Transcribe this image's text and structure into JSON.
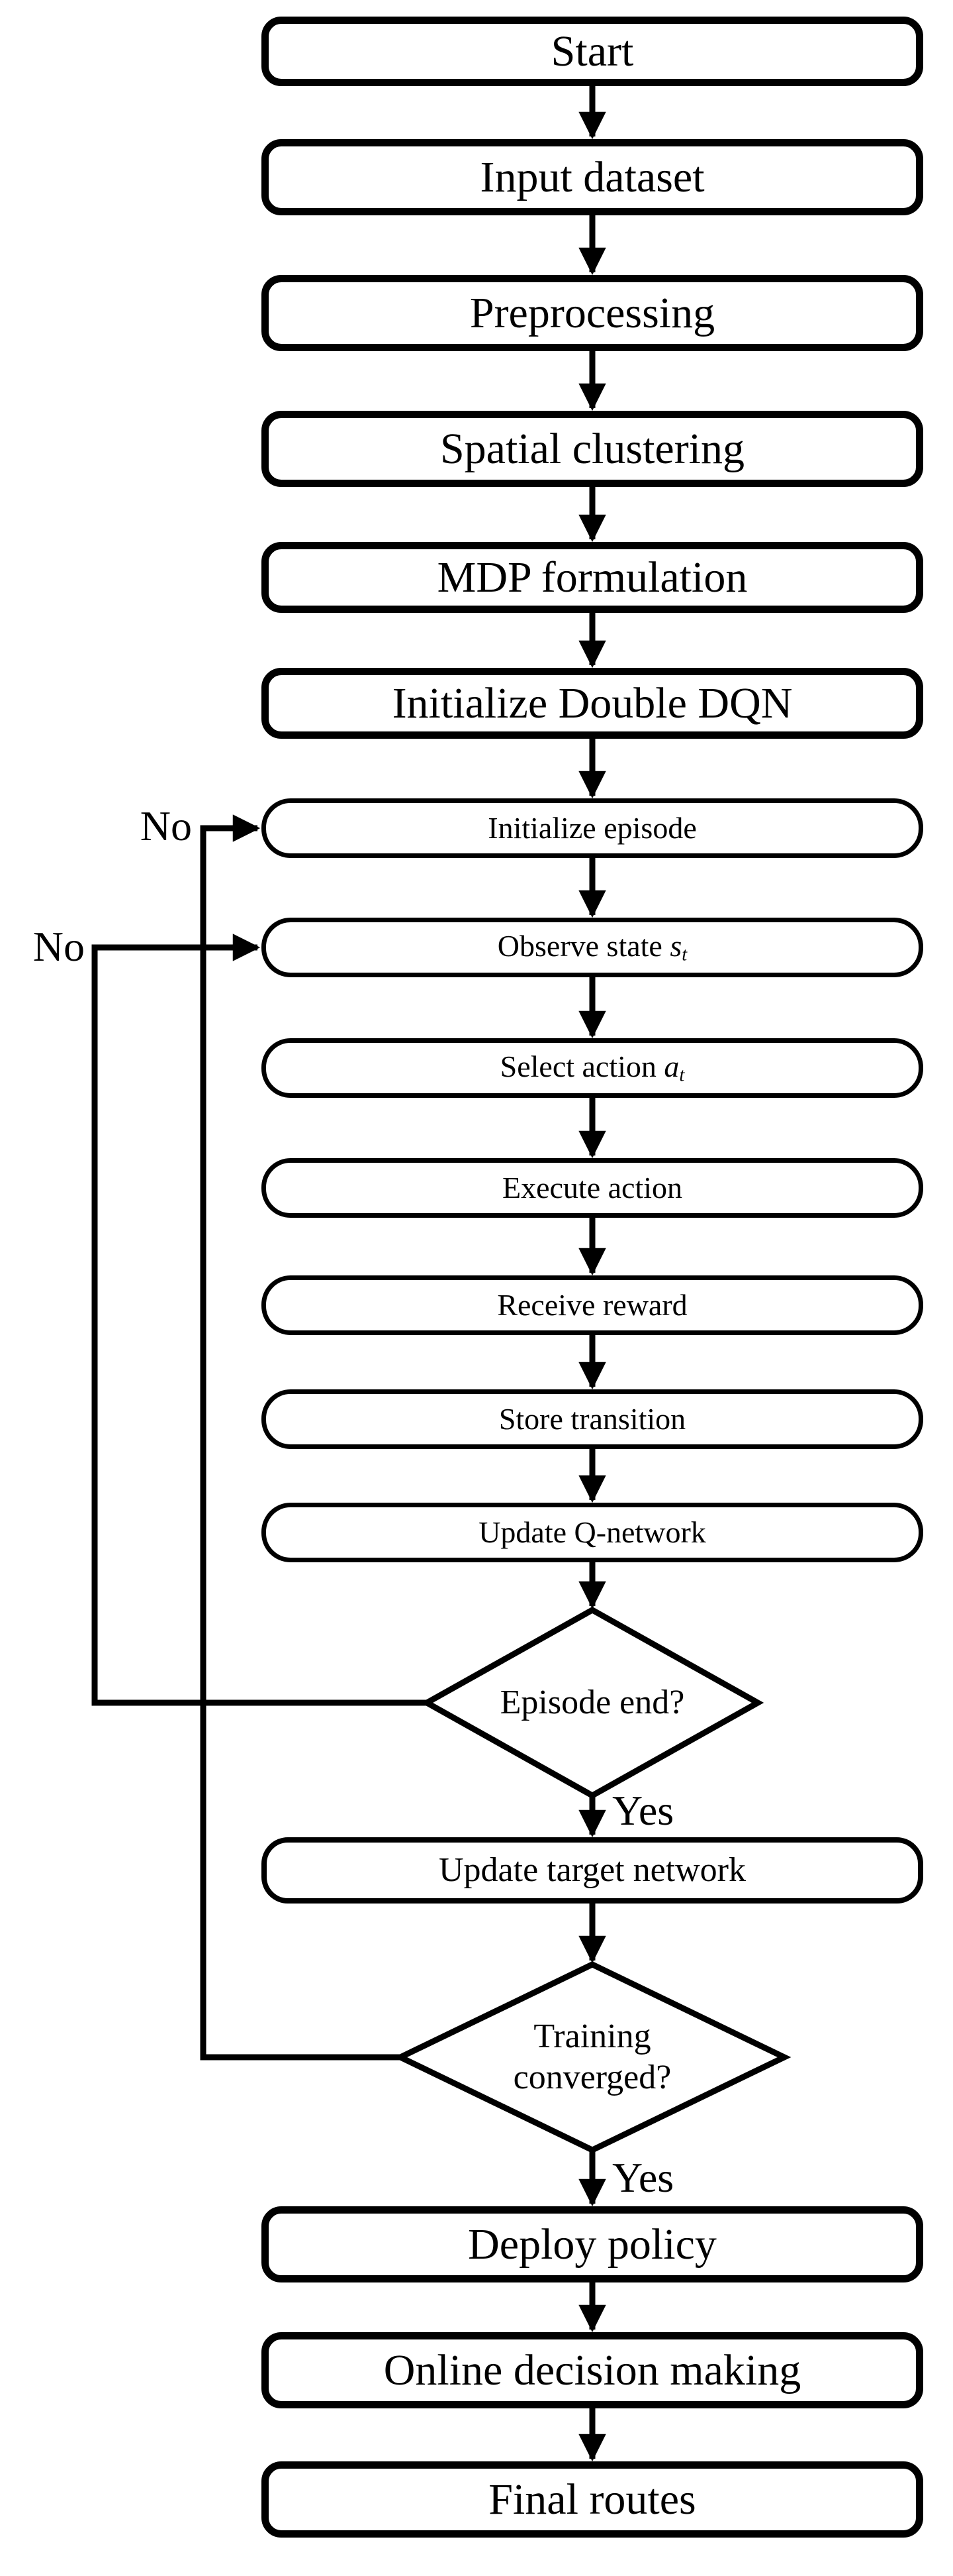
{
  "figure": {
    "type": "flowchart",
    "background_color": "#ffffff",
    "ink_color": "#000000"
  },
  "nodes": {
    "start": {
      "label": "Start"
    },
    "input_dataset": {
      "label": "Input dataset"
    },
    "preprocessing": {
      "label": "Preprocessing"
    },
    "spatial_clustering": {
      "label": "Spatial clustering"
    },
    "mdp_formulation": {
      "label": "MDP formulation"
    },
    "initialize_double_dqn": {
      "label": "Initialize Double DQN"
    },
    "initialize_episode": {
      "label": "Initialize episode"
    },
    "observe_state": {
      "prefix": "Observe state ",
      "math_var": "s",
      "math_sub": "t"
    },
    "select_action": {
      "prefix": "Select action ",
      "math_var": "a",
      "math_sub": "t"
    },
    "execute_action": {
      "label": "Execute action"
    },
    "receive_reward": {
      "label": "Receive reward"
    },
    "store_transition": {
      "label": "Store transition"
    },
    "update_q_network": {
      "label": "Update Q-network"
    },
    "episode_end": {
      "label": "Episode end?"
    },
    "update_target_network": {
      "label": "Update target network"
    },
    "training_converged": {
      "line1": "Training",
      "line2": "converged?"
    },
    "deploy_policy": {
      "label": "Deploy policy"
    },
    "online_decision_making": {
      "label": "Online decision making"
    },
    "final_routes": {
      "label": "Final routes"
    }
  },
  "branches": {
    "episode_end_yes": "Yes",
    "episode_end_no": "No",
    "training_converged_yes": "Yes",
    "training_converged_no": "No"
  }
}
